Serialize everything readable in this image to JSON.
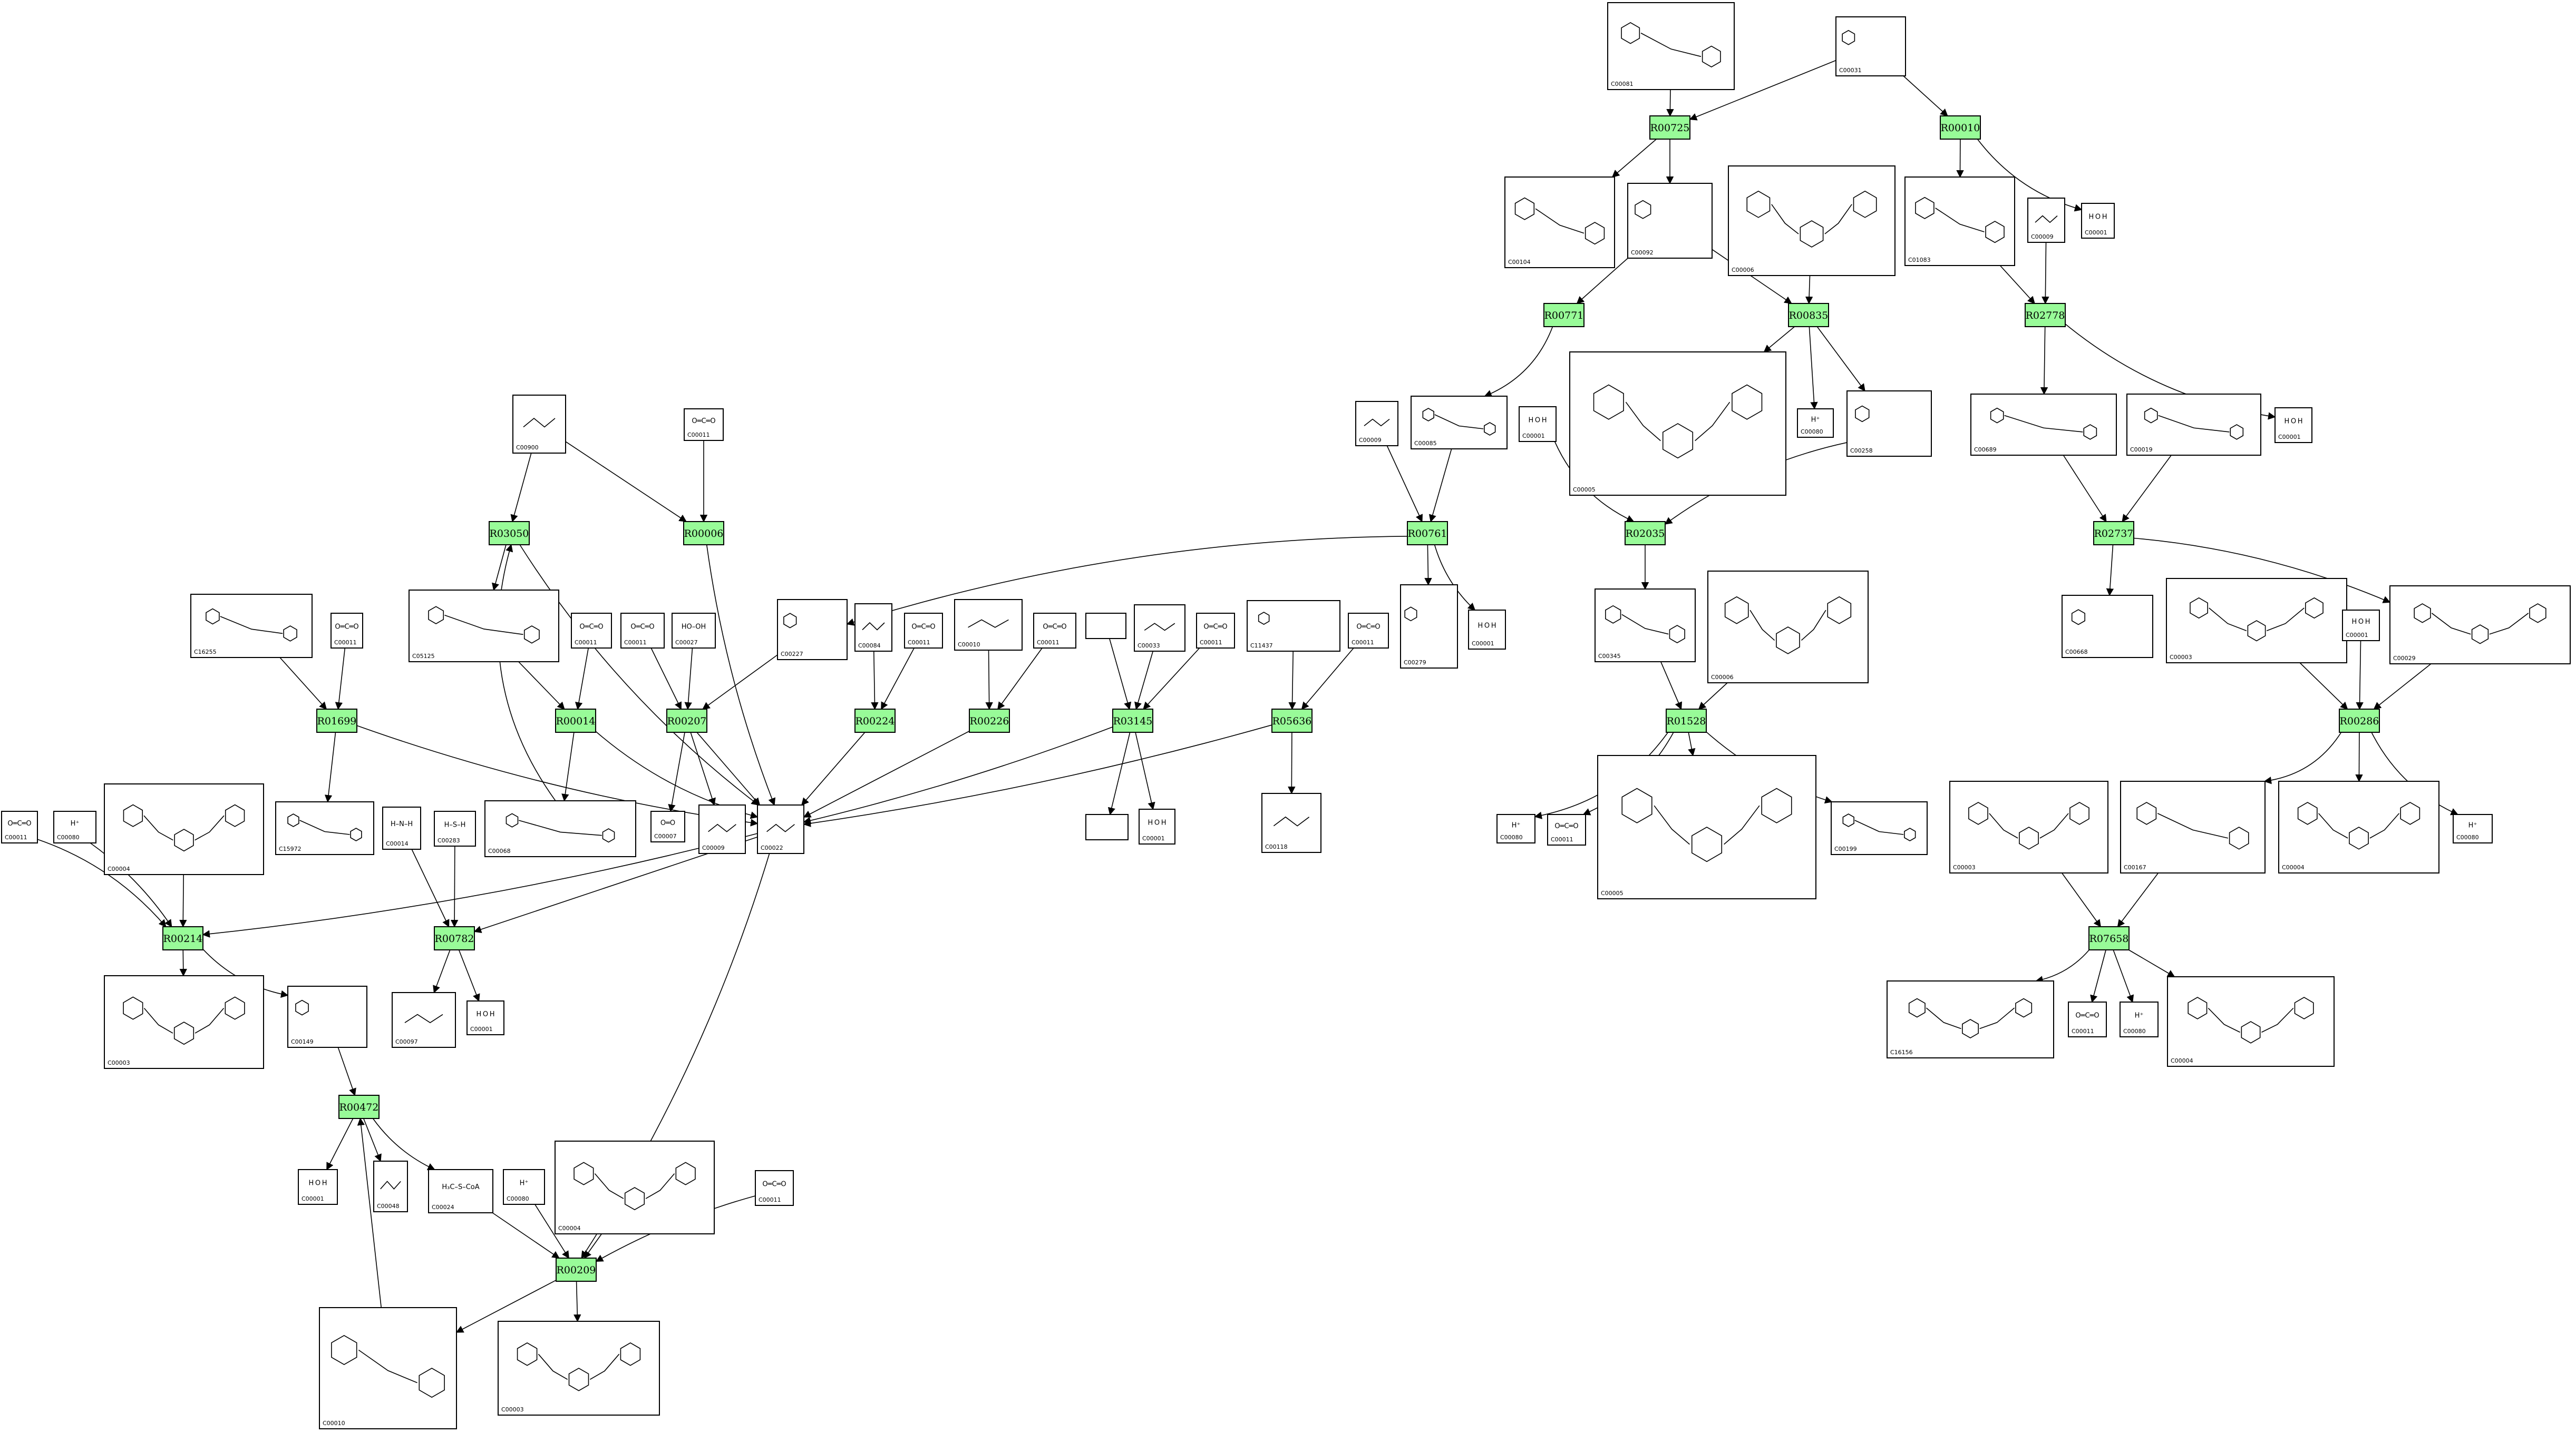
{
  "diagram": {
    "type": "metabolic-pathway",
    "reactions": [
      "R00725",
      "R00010",
      "R00771",
      "R00835",
      "R02778",
      "R03050",
      "R00006",
      "R00761",
      "R02035",
      "R02737",
      "R01699",
      "R00014",
      "R00207",
      "R00224",
      "R00226",
      "R03145",
      "R05636",
      "R01528",
      "R00286",
      "R00214",
      "R00782",
      "R07658",
      "R00472",
      "R00209"
    ],
    "compounds": [
      {
        "key": "c1",
        "id": "C00081",
        "formula": ""
      },
      {
        "key": "c2",
        "id": "C00031",
        "formula": ""
      },
      {
        "key": "c3",
        "id": "C00104",
        "formula": ""
      },
      {
        "key": "c4",
        "id": "C00092",
        "formula": ""
      },
      {
        "key": "c5",
        "id": "C00006",
        "formula": ""
      },
      {
        "key": "c6",
        "id": "C01083",
        "formula": ""
      },
      {
        "key": "c7",
        "id": "C00009",
        "formula": ""
      },
      {
        "key": "c8",
        "id": "C00001",
        "formula": "H O H"
      },
      {
        "key": "c9",
        "id": "C00900",
        "formula": ""
      },
      {
        "key": "c10",
        "id": "C00011",
        "formula": "O═C═O"
      },
      {
        "key": "c11",
        "id": "C00009",
        "formula": ""
      },
      {
        "key": "c12",
        "id": "C00085",
        "formula": ""
      },
      {
        "key": "c13",
        "id": "C00005",
        "formula": ""
      },
      {
        "key": "c14",
        "id": "C00080",
        "formula": "H⁺"
      },
      {
        "key": "c15",
        "id": "C00001",
        "formula": "H O H"
      },
      {
        "key": "c16",
        "id": "C00258",
        "formula": ""
      },
      {
        "key": "c17",
        "id": "C00689",
        "formula": ""
      },
      {
        "key": "c18",
        "id": "C00019",
        "formula": ""
      },
      {
        "key": "c19",
        "id": "C00001",
        "formula": "H O H"
      },
      {
        "key": "c20",
        "id": "C16255",
        "formula": ""
      },
      {
        "key": "c21",
        "id": "C00011",
        "formula": "O═C═O"
      },
      {
        "key": "c22",
        "id": "C05125",
        "formula": ""
      },
      {
        "key": "c23",
        "id": "C00011",
        "formula": "O═C═O"
      },
      {
        "key": "c24",
        "id": "C00011",
        "formula": "O═C═O"
      },
      {
        "key": "c25",
        "id": "C00027",
        "formula": "HO–OH"
      },
      {
        "key": "c26",
        "id": "C00227",
        "formula": ""
      },
      {
        "key": "c27",
        "id": "C00084",
        "formula": ""
      },
      {
        "key": "c28",
        "id": "C00011",
        "formula": "O═C═O"
      },
      {
        "key": "c29",
        "id": "C00010",
        "formula": ""
      },
      {
        "key": "c30",
        "id": "C00011",
        "formula": "O═C═O"
      },
      {
        "key": "c31",
        "id": "",
        "formula": ""
      },
      {
        "key": "c32",
        "id": "C00033",
        "formula": ""
      },
      {
        "key": "c33",
        "id": "C00011",
        "formula": "O═C═O"
      },
      {
        "key": "c34",
        "id": "C11437",
        "formula": ""
      },
      {
        "key": "c35",
        "id": "C00011",
        "formula": "O═C═O"
      },
      {
        "key": "c36",
        "id": "C00279",
        "formula": ""
      },
      {
        "key": "c37",
        "id": "C00001",
        "formula": "H O H"
      },
      {
        "key": "c38",
        "id": "C00001",
        "formula": "H O H"
      },
      {
        "key": "c39",
        "id": "C00345",
        "formula": ""
      },
      {
        "key": "c40",
        "id": "C00006",
        "formula": ""
      },
      {
        "key": "c41",
        "id": "C00668",
        "formula": ""
      },
      {
        "key": "c42",
        "id": "C00003",
        "formula": ""
      },
      {
        "key": "c43",
        "id": "C00001",
        "formula": "H O H"
      },
      {
        "key": "c44",
        "id": "C00029",
        "formula": ""
      },
      {
        "key": "c45",
        "id": "C00011",
        "formula": "O═C═O"
      },
      {
        "key": "c46",
        "id": "C00080",
        "formula": "H⁺"
      },
      {
        "key": "c47",
        "id": "C00004",
        "formula": ""
      },
      {
        "key": "c48",
        "id": "C15972",
        "formula": ""
      },
      {
        "key": "c49",
        "id": "C00014",
        "formula": "H–N–H"
      },
      {
        "key": "c50",
        "id": "C00283",
        "formula": "H–S–H"
      },
      {
        "key": "c51",
        "id": "C00068",
        "formula": ""
      },
      {
        "key": "c52",
        "id": "C00007",
        "formula": "O═O"
      },
      {
        "key": "c53",
        "id": "C00009",
        "formula": ""
      },
      {
        "key": "c54",
        "id": "C00022",
        "formula": ""
      },
      {
        "key": "c55",
        "id": "",
        "formula": ""
      },
      {
        "key": "c56",
        "id": "C00001",
        "formula": "H O H"
      },
      {
        "key": "c57",
        "id": "C00118",
        "formula": ""
      },
      {
        "key": "c58",
        "id": "C00080",
        "formula": "H⁺"
      },
      {
        "key": "c59",
        "id": "C00011",
        "formula": "O═C═O"
      },
      {
        "key": "c60",
        "id": "C00005",
        "formula": ""
      },
      {
        "key": "c61",
        "id": "C00199",
        "formula": ""
      },
      {
        "key": "c62",
        "id": "C00003",
        "formula": ""
      },
      {
        "key": "c63",
        "id": "C00167",
        "formula": ""
      },
      {
        "key": "c64",
        "id": "C00004",
        "formula": ""
      },
      {
        "key": "c65",
        "id": "C00080",
        "formula": "H⁺"
      },
      {
        "key": "c66",
        "id": "C00003",
        "formula": ""
      },
      {
        "key": "c67",
        "id": "C00149",
        "formula": ""
      },
      {
        "key": "c68",
        "id": "C00097",
        "formula": ""
      },
      {
        "key": "c69",
        "id": "C00001",
        "formula": "H O H"
      },
      {
        "key": "c70",
        "id": "C16156",
        "formula": ""
      },
      {
        "key": "c71",
        "id": "C00011",
        "formula": "O═C═O"
      },
      {
        "key": "c72",
        "id": "C00080",
        "formula": "H⁺"
      },
      {
        "key": "c73",
        "id": "C00004",
        "formula": ""
      },
      {
        "key": "c74",
        "id": "C00001",
        "formula": "H O H"
      },
      {
        "key": "c75",
        "id": "C00048",
        "formula": ""
      },
      {
        "key": "c76",
        "id": "C00024",
        "formula": "H₃C–S–CoA"
      },
      {
        "key": "c77",
        "id": "C00080",
        "formula": "H⁺"
      },
      {
        "key": "c78",
        "id": "C00004",
        "formula": ""
      },
      {
        "key": "c79",
        "id": "C00011",
        "formula": "O═C═O"
      },
      {
        "key": "c80",
        "id": "C00010",
        "formula": ""
      },
      {
        "key": "c81",
        "id": "C00003",
        "formula": ""
      }
    ]
  }
}
